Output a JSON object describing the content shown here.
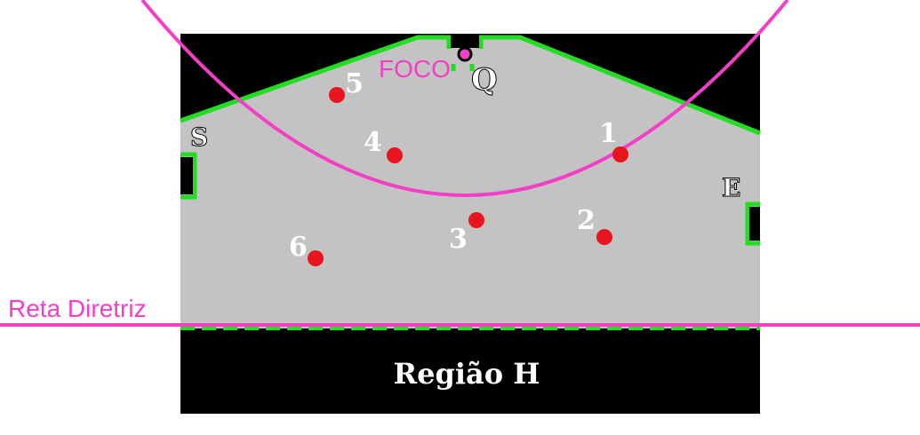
{
  "colors": {
    "background": "#ffffff",
    "region_dark": "#000000",
    "room_fill": "#c3c3c3",
    "wall": "#22dd22",
    "parabola": "#f23fc5",
    "point": "#e8141e",
    "label_white": "#ffffff"
  },
  "labels": {
    "focus": "FOCO",
    "directrix": "Reta Diretriz",
    "region": "Região H",
    "door_q": "Q",
    "door_s": "S",
    "door_e": "E"
  },
  "points": [
    {
      "id": "1",
      "label": "1"
    },
    {
      "id": "2",
      "label": "2"
    },
    {
      "id": "3",
      "label": "3"
    },
    {
      "id": "4",
      "label": "4"
    },
    {
      "id": "5",
      "label": "5"
    },
    {
      "id": "6",
      "label": "6"
    }
  ]
}
